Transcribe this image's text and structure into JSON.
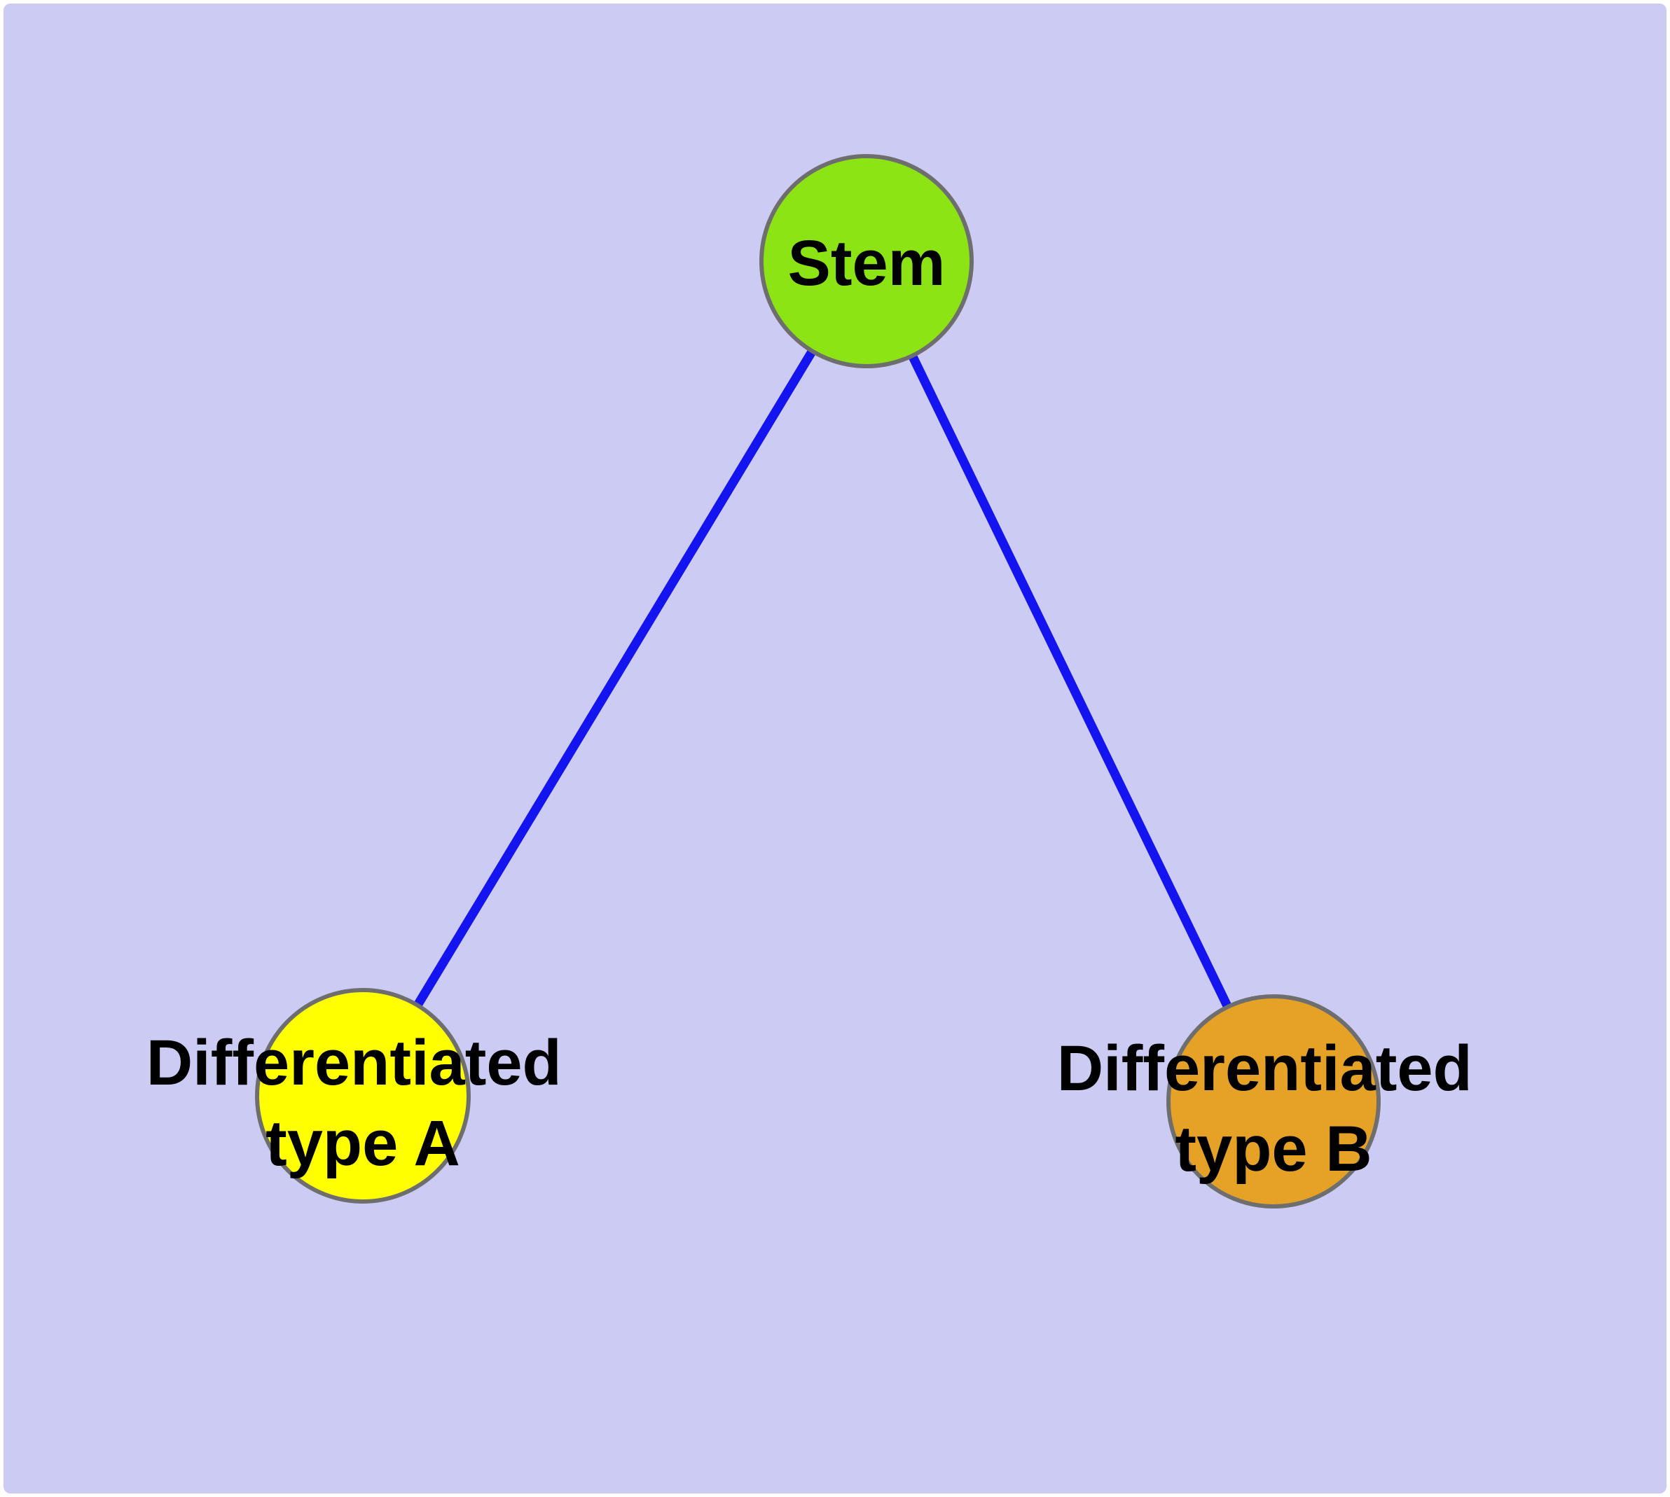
{
  "diagram": {
    "type": "graph",
    "background_color": "#CBCBF3",
    "edge_color": "#1414F0",
    "node_border_color": "#6E6E6E",
    "label_color": "#000000",
    "nodes": [
      {
        "id": "stem",
        "label": "Stem",
        "color": "#8CE414"
      },
      {
        "id": "differentiated-type-a",
        "label_line1": "Differentiated",
        "label_line2": "type A",
        "color": "#FFFF00"
      },
      {
        "id": "differentiated-type-b",
        "label_line1": "Differentiated",
        "label_line2": "type B",
        "color": "#E6A227"
      }
    ],
    "edges": [
      {
        "from": "Stem",
        "to": "Differentiated type A"
      },
      {
        "from": "Stem",
        "to": "Differentiated type B"
      }
    ]
  }
}
